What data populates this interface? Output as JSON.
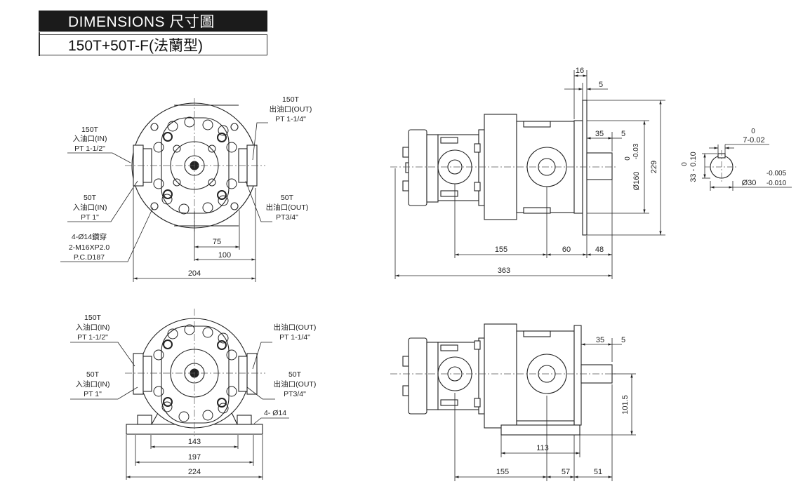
{
  "header": {
    "title": "DIMENSIONS  尺寸圖",
    "model": "150T+50T-F(法蘭型)"
  },
  "view1": {
    "in150": [
      "150T",
      "入油口(IN)",
      "PT  1-1/2\""
    ],
    "out150": [
      "150T",
      "出油口(OUT)",
      "PT  1-1/4\""
    ],
    "in50": [
      "50T",
      "入油口(IN)",
      "PT  1\""
    ],
    "out50": [
      "50T",
      "出油口(OUT)",
      "PT3/4\""
    ],
    "bolt": [
      "4-Ø14鑽穿",
      "2-M16XP2.0",
      "P.C.D187"
    ],
    "d75": "75",
    "d100": "100",
    "d204": "204"
  },
  "view2": {
    "d16": "16",
    "d5a": "5",
    "d35": "35",
    "d5b": "5",
    "tol160a": "0",
    "tol160b": "-0.03",
    "d160": "Ø160",
    "d229": "229",
    "d155": "155",
    "d60": "60",
    "d48": "48",
    "d363": "363"
  },
  "key": {
    "top0": "0",
    "d7": "7-0.02",
    "left0": "0",
    "d33": "33 - 0.10",
    "tolA": "-0.005",
    "d30": "Ø30",
    "tolB": "-0.010"
  },
  "view3": {
    "in150": [
      "150T",
      "入油口(IN)",
      "PT  1-1/2\""
    ],
    "out150": [
      "出油口(OUT)",
      "PT  1-1/4\""
    ],
    "in50": [
      "50T",
      "入油口(IN)",
      "PT  1\""
    ],
    "out50": [
      "50T",
      "出油口(OUT)",
      "PT3/4\""
    ],
    "hole": "4- Ø14",
    "d143": "143",
    "d197": "197",
    "d224": "224"
  },
  "view4": {
    "d35": "35",
    "d5": "5",
    "d101": "101.5",
    "d113": "113",
    "d155": "155",
    "d57": "57",
    "d51": "51"
  }
}
